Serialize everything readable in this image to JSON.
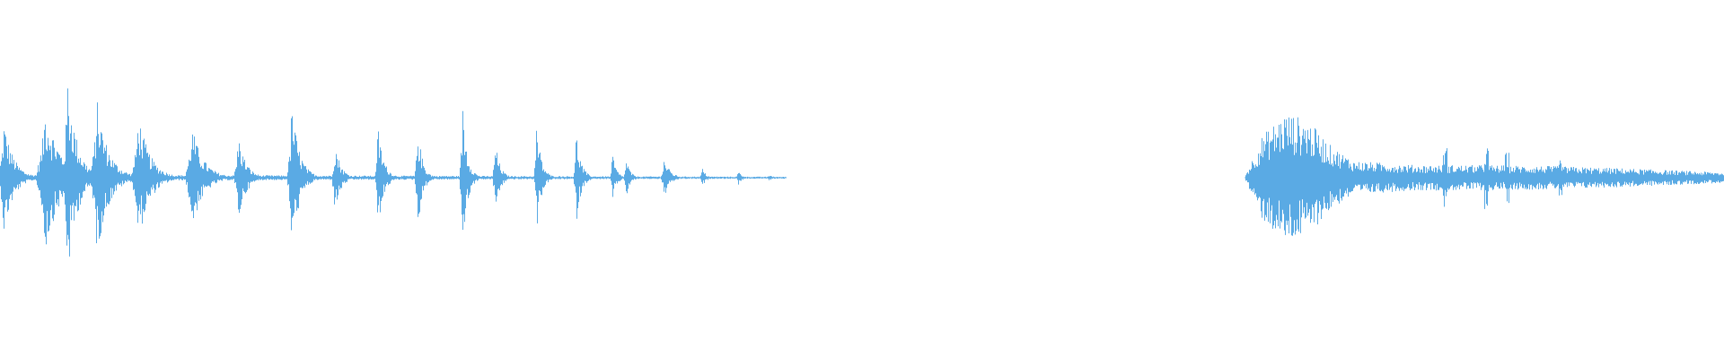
{
  "waveform": {
    "color": "#5aaae4",
    "background": "#ffffff",
    "duration_fraction_scale": [
      0,
      1
    ],
    "amplitude_scale": [
      -1,
      1
    ],
    "segments": [
      {
        "name": "bursts",
        "start": 0.0,
        "end": 0.456,
        "noise_floor": 0.03,
        "events": [
          {
            "t": 0.002,
            "amp": 0.55,
            "width": 0.01
          },
          {
            "t": 0.026,
            "amp": 0.7,
            "width": 0.016
          },
          {
            "t": 0.039,
            "amp": 0.98,
            "width": 0.01
          },
          {
            "t": 0.056,
            "amp": 0.75,
            "width": 0.012
          },
          {
            "t": 0.08,
            "amp": 0.62,
            "width": 0.012
          },
          {
            "t": 0.111,
            "amp": 0.5,
            "width": 0.012
          },
          {
            "t": 0.138,
            "amp": 0.42,
            "width": 0.008
          },
          {
            "t": 0.169,
            "amp": 0.72,
            "width": 0.008
          },
          {
            "t": 0.194,
            "amp": 0.36,
            "width": 0.006
          },
          {
            "t": 0.219,
            "amp": 0.5,
            "width": 0.006
          },
          {
            "t": 0.242,
            "amp": 0.52,
            "width": 0.005
          },
          {
            "t": 0.268,
            "amp": 0.73,
            "width": 0.005
          },
          {
            "t": 0.287,
            "amp": 0.35,
            "width": 0.005
          },
          {
            "t": 0.311,
            "amp": 0.52,
            "width": 0.005
          },
          {
            "t": 0.334,
            "amp": 0.45,
            "width": 0.005
          },
          {
            "t": 0.355,
            "amp": 0.25,
            "width": 0.004
          },
          {
            "t": 0.363,
            "amp": 0.2,
            "width": 0.004
          },
          {
            "t": 0.385,
            "amp": 0.2,
            "width": 0.006
          },
          {
            "t": 0.407,
            "amp": 0.1,
            "width": 0.004
          },
          {
            "t": 0.428,
            "amp": 0.07,
            "width": 0.004
          },
          {
            "t": 0.446,
            "amp": 0.03,
            "width": 0.005
          }
        ]
      },
      {
        "name": "sustained",
        "start": 0.722,
        "end": 1.0,
        "envelope": [
          [
            0.722,
            0.02
          ],
          [
            0.732,
            0.4
          ],
          [
            0.745,
            0.62
          ],
          [
            0.758,
            0.55
          ],
          [
            0.772,
            0.3
          ],
          [
            0.785,
            0.16
          ],
          [
            0.82,
            0.12
          ],
          [
            0.86,
            0.12
          ],
          [
            0.9,
            0.11
          ],
          [
            0.94,
            0.09
          ],
          [
            0.97,
            0.07
          ],
          [
            1.0,
            0.05
          ]
        ],
        "spikes": [
          {
            "t": 0.838,
            "amp": 0.3
          },
          {
            "t": 0.862,
            "amp": 0.3
          },
          {
            "t": 0.874,
            "amp": 0.24
          },
          {
            "t": 0.905,
            "amp": 0.18
          }
        ]
      }
    ]
  }
}
